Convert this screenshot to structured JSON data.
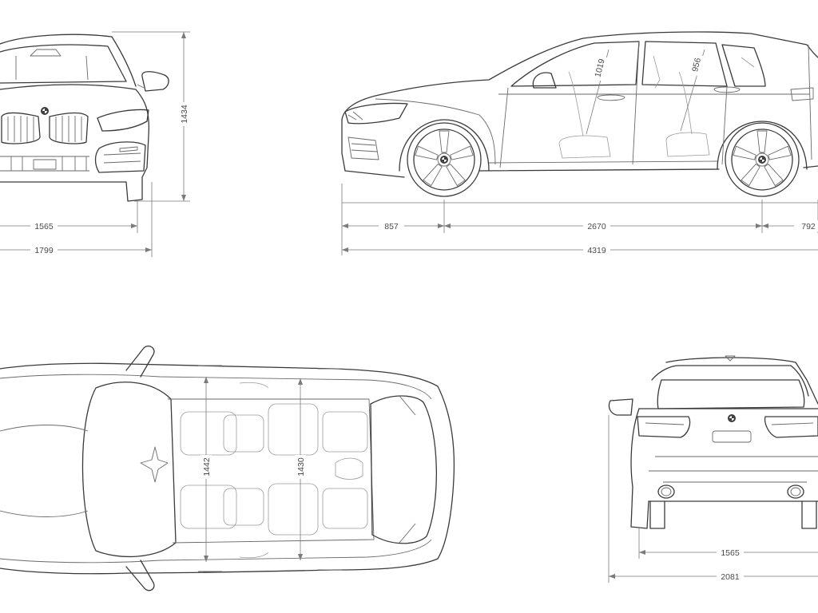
{
  "dimensions": {
    "front": {
      "height": "1434",
      "track_width": "1565",
      "overall_width": "1799"
    },
    "side": {
      "front_headroom": "1019",
      "rear_headroom": "956",
      "front_overhang": "857",
      "wheelbase": "2670",
      "rear_overhang": "792",
      "overall_length": "4319"
    },
    "top": {
      "front_shoulder": "1442",
      "rear_shoulder": "1430"
    },
    "rear": {
      "track_width": "1565",
      "width_with_mirrors": "2081"
    }
  },
  "colors": {
    "line": "#3a3a3a",
    "dimension": "#7a7a7a",
    "background": "#ffffff"
  },
  "icons": [
    "bmw-roundel-icon"
  ]
}
